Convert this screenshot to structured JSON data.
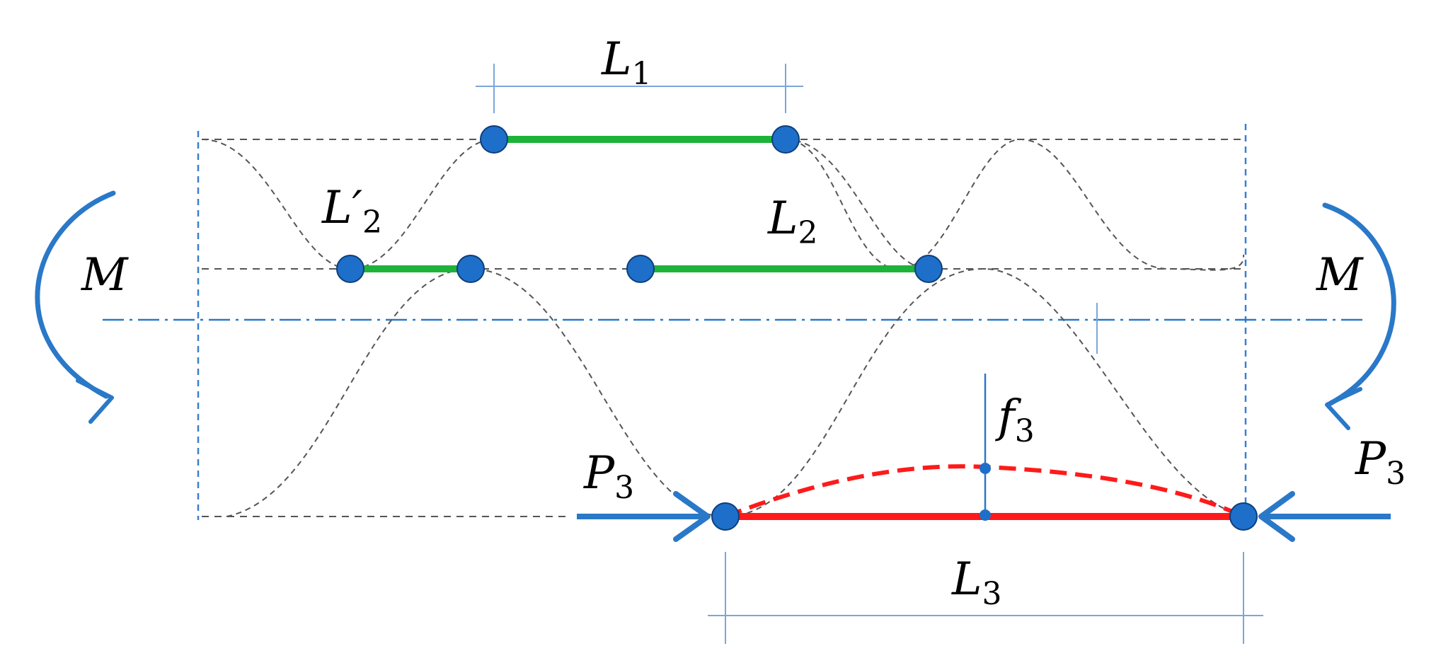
{
  "labels": {
    "L1": {
      "main": "L",
      "sub": "1"
    },
    "L2prime": {
      "main": "L′",
      "sub": "2"
    },
    "L2": {
      "main": "L",
      "sub": "2"
    },
    "L3": {
      "main": "L",
      "sub": "3"
    },
    "M_left": "M",
    "M_right": "M",
    "P3_left": {
      "main": "P",
      "sub": "3"
    },
    "P3_right": {
      "main": "P",
      "sub": "3"
    },
    "f3": {
      "main": "f",
      "sub": "3"
    }
  },
  "colors": {
    "green_segment": "#1db33b",
    "red_segment": "#ff1a1a",
    "node": "#1e6fc9",
    "node_stroke": "#0d3e7a",
    "blue_arrow": "#2a78c8",
    "dash_blue": "#3a7fd0",
    "dim_line": "#7aa6dc",
    "curve": "#555555"
  }
}
